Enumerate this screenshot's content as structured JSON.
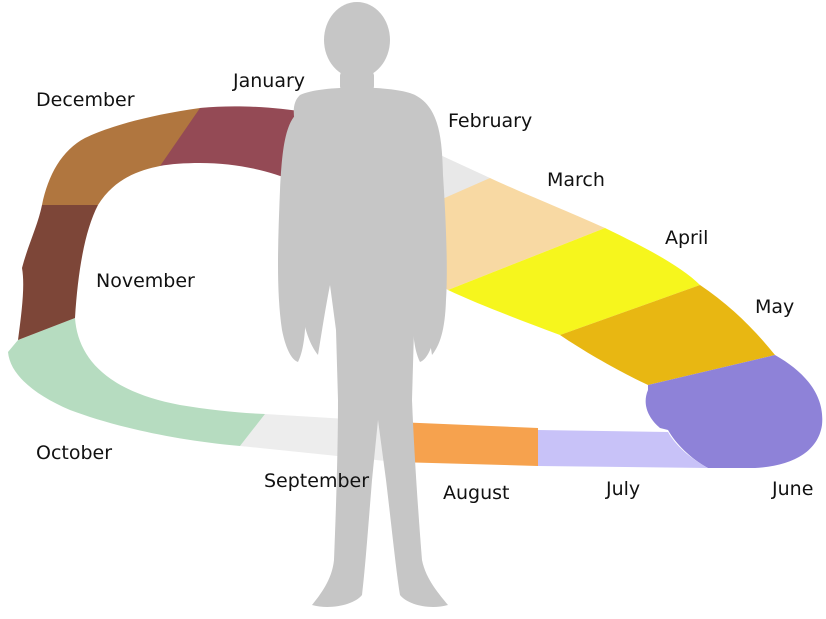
{
  "months": [
    {
      "id": "december",
      "label": "December",
      "color": "#b0763f"
    },
    {
      "id": "january",
      "label": "January",
      "color": "#944a55"
    },
    {
      "id": "february",
      "label": "February",
      "color": "#e8e8e8"
    },
    {
      "id": "march",
      "label": "March",
      "color": "#f8d9a3"
    },
    {
      "id": "april",
      "label": "April",
      "color": "#f6f61d"
    },
    {
      "id": "may",
      "label": "May",
      "color": "#e8b712"
    },
    {
      "id": "june",
      "label": "June",
      "color": "#8e82d8"
    },
    {
      "id": "july",
      "label": "July",
      "color": "#c8c2f8"
    },
    {
      "id": "august",
      "label": "August",
      "color": "#f6a24e"
    },
    {
      "id": "september",
      "label": "September",
      "color": "#ededed"
    },
    {
      "id": "october",
      "label": "October",
      "color": "#b6dcc0"
    },
    {
      "id": "november",
      "label": "November",
      "color": "#7d4638"
    }
  ],
  "figure": {
    "color": "#c6c6c6",
    "icon": "person-silhouette-icon"
  }
}
